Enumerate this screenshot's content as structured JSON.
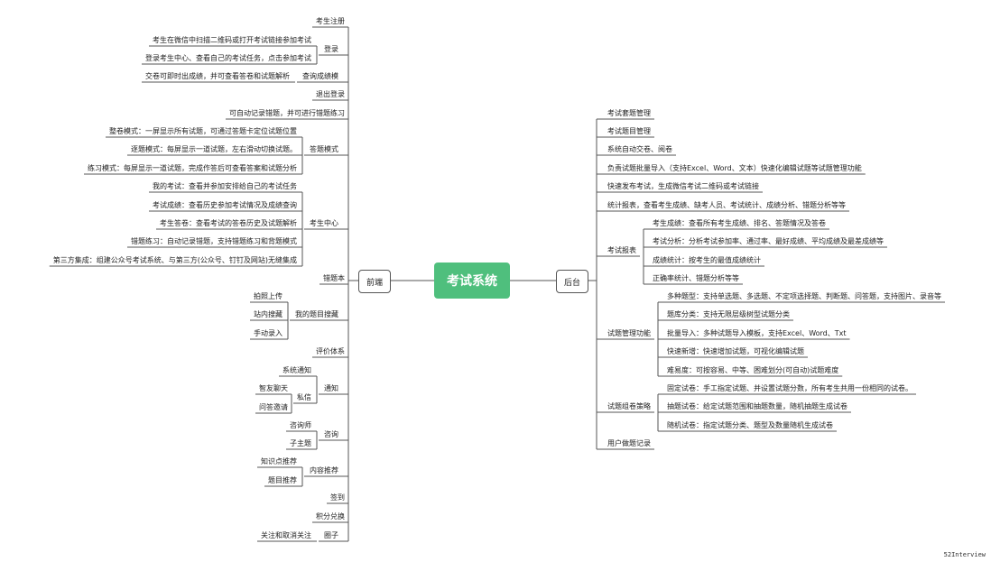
{
  "root": "考试系统",
  "left_branch": "前端",
  "right_branch": "后台",
  "watermark": "52Interview",
  "left": [
    {
      "label": "考生注册"
    },
    {
      "label": "登录",
      "children": [
        "考生在微信中扫描二维码或打开考试链接参加考试",
        "登录考生中心、查看自己的考试任务，点击参加考试"
      ]
    },
    {
      "label": "查询成绩模",
      "children": [
        "交卷可即时出成绩，并可查看答卷和试题解析"
      ]
    },
    {
      "label": "退出登录"
    },
    {
      "label": "可自动记录错题，并可进行错题练习"
    },
    {
      "label": "答题模式",
      "children": [
        "整卷模式：一屏显示所有试题，可通过答题卡定位试题位置",
        "逐题模式：每屏显示一道试题，左右滑动切换试题。",
        "练习模式：每屏显示一道试题，完成作答后可查看答案和试题分析"
      ]
    },
    {
      "label": "考生中心",
      "children": [
        "我的考试：查看并参加安排给自己的考试任务",
        "考试成绩：查看历史参加考试情况及成绩查询",
        "考生答卷：查看考试的答卷历史及试题解析",
        "错题练习：自动记录错题，支持错题练习和背题模式",
        "第三方集成：组建公众号考试系统、与第三方(公众号、钉钉及网站)无缝集成"
      ]
    },
    {
      "label": "错题本"
    },
    {
      "label": "我的题目搜藏",
      "children": [
        "拍照上传",
        "站内搜藏",
        "手动录入"
      ]
    },
    {
      "label": "评价体系"
    },
    {
      "label": "通知",
      "children": [
        {
          "label": "系统通知"
        },
        {
          "label": "私信",
          "children": [
            "智友聊天",
            "问答邀请"
          ]
        }
      ]
    },
    {
      "label": "咨询",
      "children": [
        "咨询师",
        "子主题"
      ]
    },
    {
      "label": "内容推荐",
      "children": [
        "知识点推荐",
        "题目推荐"
      ]
    },
    {
      "label": "签到"
    },
    {
      "label": "积分兑换"
    },
    {
      "label": "圈子",
      "children": [
        "关注和取消关注"
      ]
    }
  ],
  "right": [
    {
      "label": "考试套题管理"
    },
    {
      "label": "考试题目管理"
    },
    {
      "label": "系统自动交卷、阅卷"
    },
    {
      "label": "负责试题批量导入（支持Excel、Word、文本）快速化编辑试题等试题管理功能"
    },
    {
      "label": "快速发布考试，生成微信考试二维码或考试链接"
    },
    {
      "label": "统计报表，查看考生成绩、缺考人员、考试统计、成绩分析、错题分析等等"
    },
    {
      "label": "考试报表",
      "children": [
        "考生成绩：查看所有考生成绩、排名、答题情况及答卷",
        "考试分析：分析考试参加率、通过率、最好成绩、平均成绩及最差成绩等",
        "成绩统计：按考生的最值成绩统计",
        "正确率统计、错题分析等等"
      ]
    },
    {
      "label": "试题管理功能",
      "children": [
        "多种题型：支持单选题、多选题、不定项选择题、判断题、问答题，支持图片、录音等",
        "题库分类：支持无限层级树型试题分类",
        "批量导入：多种试题导入模板，支持Excel、Word、Txt",
        "快速新增：快速增加试题，可视化编辑试题",
        "难易度：可按容易、中等、困难划分(可自动)试题难度"
      ]
    },
    {
      "label": "试题组卷策略",
      "children": [
        "固定试卷：手工指定试题、并设置试题分数，所有考生共用一份相同的试卷。",
        "抽题试卷：给定试题范围和抽题数量，随机抽题生成试卷",
        "随机试卷：指定试题分类、题型及数量随机生成试卷"
      ]
    },
    {
      "label": "用户做题记录"
    }
  ]
}
